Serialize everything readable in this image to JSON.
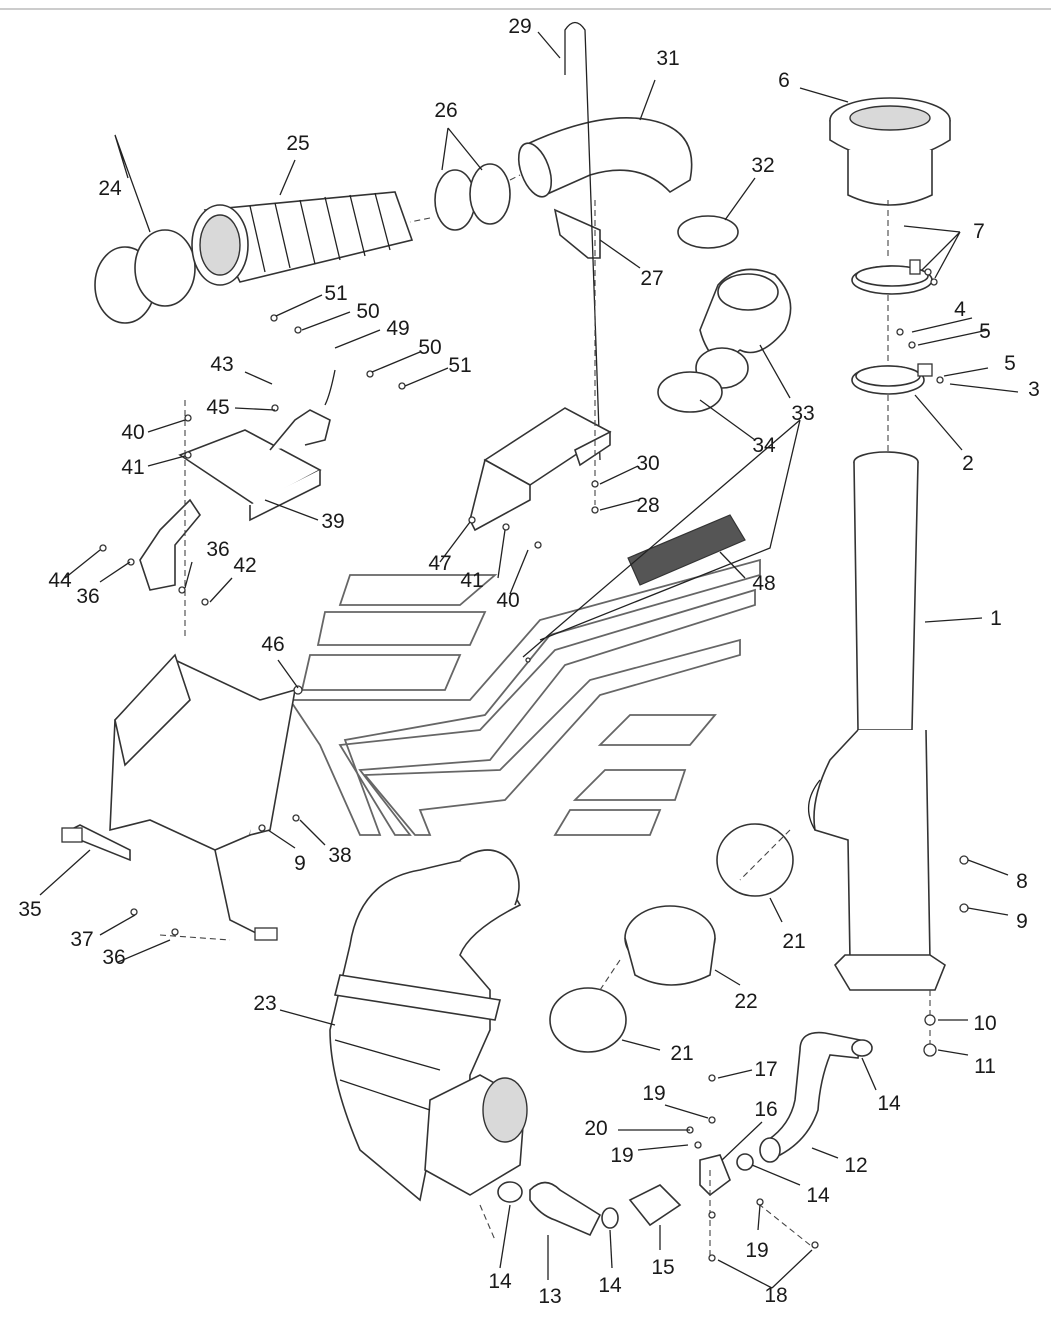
{
  "diagram": {
    "border_color": "#999999",
    "line_color": "#333333",
    "callouts": [
      {
        "id": "c1",
        "text": "1"
      },
      {
        "id": "c2",
        "text": "2"
      },
      {
        "id": "c3",
        "text": "3"
      },
      {
        "id": "c4",
        "text": "4"
      },
      {
        "id": "c5a",
        "text": "5"
      },
      {
        "id": "c5b",
        "text": "5"
      },
      {
        "id": "c6",
        "text": "6"
      },
      {
        "id": "c7",
        "text": "7"
      },
      {
        "id": "c8",
        "text": "8"
      },
      {
        "id": "c9a",
        "text": "9"
      },
      {
        "id": "c9b",
        "text": "9"
      },
      {
        "id": "c10",
        "text": "10"
      },
      {
        "id": "c11",
        "text": "11"
      },
      {
        "id": "c12",
        "text": "12"
      },
      {
        "id": "c13",
        "text": "13"
      },
      {
        "id": "c14a",
        "text": "14"
      },
      {
        "id": "c14b",
        "text": "14"
      },
      {
        "id": "c14c",
        "text": "14"
      },
      {
        "id": "c14d",
        "text": "14"
      },
      {
        "id": "c15",
        "text": "15"
      },
      {
        "id": "c16",
        "text": "16"
      },
      {
        "id": "c17",
        "text": "17"
      },
      {
        "id": "c18",
        "text": "18"
      },
      {
        "id": "c19a",
        "text": "19"
      },
      {
        "id": "c19b",
        "text": "19"
      },
      {
        "id": "c19c",
        "text": "19"
      },
      {
        "id": "c20",
        "text": "20"
      },
      {
        "id": "c21a",
        "text": "21"
      },
      {
        "id": "c21b",
        "text": "21"
      },
      {
        "id": "c22",
        "text": "22"
      },
      {
        "id": "c23",
        "text": "23"
      },
      {
        "id": "c24",
        "text": "24"
      },
      {
        "id": "c25",
        "text": "25"
      },
      {
        "id": "c26",
        "text": "26"
      },
      {
        "id": "c27",
        "text": "27"
      },
      {
        "id": "c28",
        "text": "28"
      },
      {
        "id": "c29",
        "text": "29"
      },
      {
        "id": "c30",
        "text": "30"
      },
      {
        "id": "c31",
        "text": "31"
      },
      {
        "id": "c32",
        "text": "32"
      },
      {
        "id": "c33",
        "text": "33"
      },
      {
        "id": "c34",
        "text": "34"
      },
      {
        "id": "c35",
        "text": "35"
      },
      {
        "id": "c36a",
        "text": "36"
      },
      {
        "id": "c36b",
        "text": "36"
      },
      {
        "id": "c36c",
        "text": "36"
      },
      {
        "id": "c37",
        "text": "37"
      },
      {
        "id": "c38",
        "text": "38"
      },
      {
        "id": "c39",
        "text": "39"
      },
      {
        "id": "c40a",
        "text": "40"
      },
      {
        "id": "c40b",
        "text": "40"
      },
      {
        "id": "c41a",
        "text": "41"
      },
      {
        "id": "c41b",
        "text": "41"
      },
      {
        "id": "c42",
        "text": "42"
      },
      {
        "id": "c43",
        "text": "43"
      },
      {
        "id": "c44",
        "text": "44"
      },
      {
        "id": "c45",
        "text": "45"
      },
      {
        "id": "c46",
        "text": "46"
      },
      {
        "id": "c47",
        "text": "47"
      },
      {
        "id": "c48",
        "text": "48"
      },
      {
        "id": "c49",
        "text": "49"
      },
      {
        "id": "c50a",
        "text": "50"
      },
      {
        "id": "c50b",
        "text": "50"
      },
      {
        "id": "c51a",
        "text": "51"
      },
      {
        "id": "c51b",
        "text": "51"
      }
    ]
  }
}
